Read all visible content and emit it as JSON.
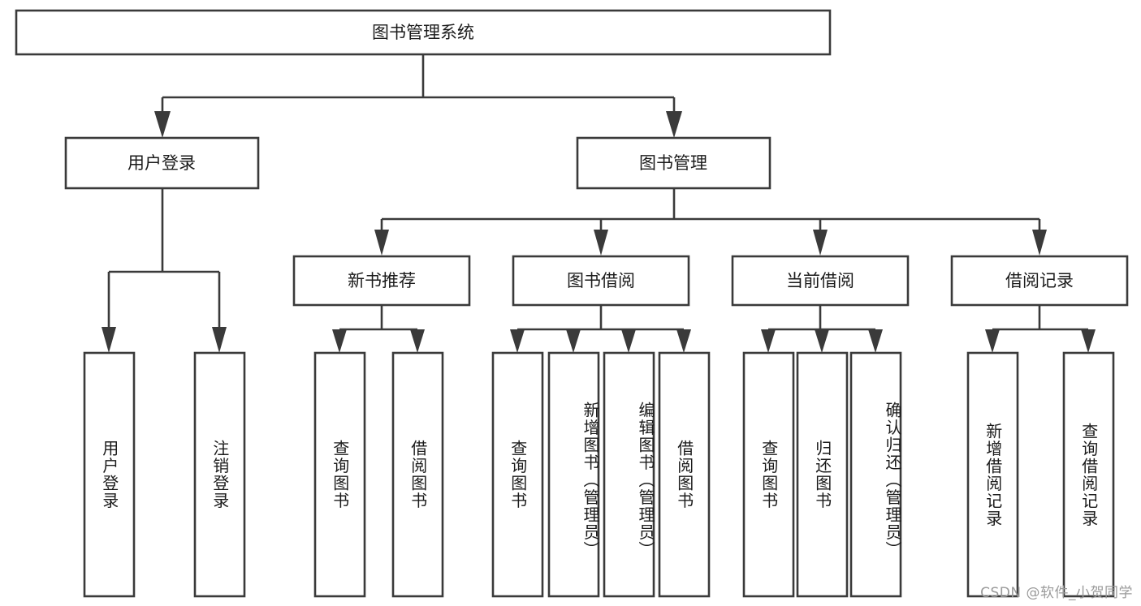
{
  "diagram": {
    "title": "图书管理系统",
    "type": "tree-hierarchy",
    "root": {
      "id": "root",
      "label": "图书管理系统"
    },
    "level1": [
      {
        "id": "user-login",
        "label": "用户登录"
      },
      {
        "id": "book-management",
        "label": "图书管理"
      }
    ],
    "level2": [
      {
        "id": "new-book-recommend",
        "label": "新书推荐",
        "parent": "book-management"
      },
      {
        "id": "book-borrow",
        "label": "图书借阅",
        "parent": "book-management"
      },
      {
        "id": "current-borrow",
        "label": "当前借阅",
        "parent": "book-management"
      },
      {
        "id": "borrow-record",
        "label": "借阅记录",
        "parent": "book-management"
      }
    ],
    "leaves": {
      "user-login": [
        {
          "id": "leaf-user-login",
          "label": "用户登录"
        },
        {
          "id": "leaf-user-logout",
          "label": "注销登录"
        }
      ],
      "new-book-recommend": [
        {
          "id": "leaf-query-book-1",
          "label": "查询图书"
        },
        {
          "id": "leaf-borrow-book-1",
          "label": "借阅图书"
        }
      ],
      "book-borrow": [
        {
          "id": "leaf-query-book-2",
          "label": "查询图书"
        },
        {
          "id": "leaf-add-book",
          "label": "新增图书（管理员）"
        },
        {
          "id": "leaf-edit-book",
          "label": "编辑图书（管理员）"
        },
        {
          "id": "leaf-borrow-book-2",
          "label": "借阅图书"
        }
      ],
      "current-borrow": [
        {
          "id": "leaf-query-book-3",
          "label": "查询图书"
        },
        {
          "id": "leaf-return-book",
          "label": "归还图书"
        },
        {
          "id": "leaf-confirm-return",
          "label": "确认归还（管理员）"
        }
      ],
      "borrow-record": [
        {
          "id": "leaf-add-record",
          "label": "新增借阅记录"
        },
        {
          "id": "leaf-query-record",
          "label": "查询借阅记录"
        }
      ]
    }
  },
  "watermark": {
    "text": "CSDN @软件_小贺同学"
  },
  "colors": {
    "stroke": "#3a3a3a",
    "fill": "#ffffff",
    "text": "#1b1b1b",
    "watermark": "#9a9a9a"
  }
}
